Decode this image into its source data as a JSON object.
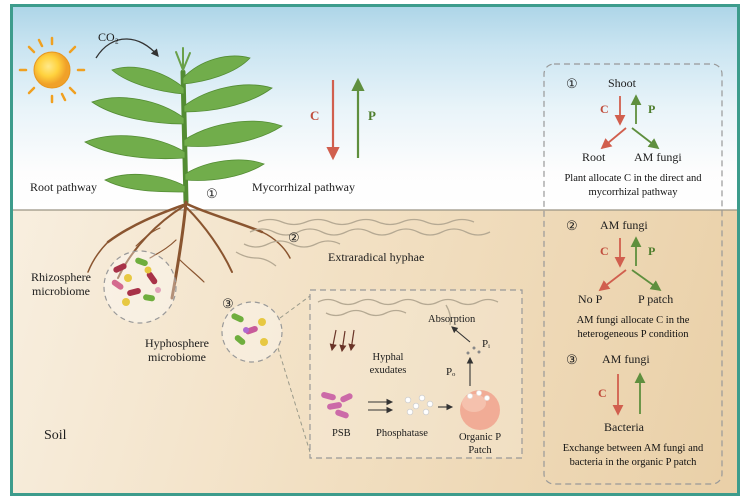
{
  "colors": {
    "frame_border": "#3d9c8c",
    "c_arrow_red": "#d15f4e",
    "p_arrow_green": "#5f8f3e",
    "soil_tan": "#efdcba",
    "sky_blue": "#a9d3e6",
    "organic_patch_pink": "#f1ac96"
  },
  "scene": {
    "co2": "CO₂",
    "root_pathway": "Root pathway",
    "mycorrhizal_pathway": "Mycorrhizal pathway",
    "c": "C",
    "p": "P",
    "n1": "①",
    "n2": "②",
    "n3": "③",
    "extraradical_hyphae": "Extraradical hyphae",
    "rhizosphere_microbiome": "Rhizosphere microbiome",
    "hyphosphere_microbiome": "Hyphosphere microbiome",
    "soil": "Soil"
  },
  "process": {
    "absorption": "Absorption",
    "pi": "Pᵢ",
    "po": "Pₒ",
    "hyphal_exudates": "Hyphal exudates",
    "psb": "PSB",
    "phosphatase": "Phosphatase",
    "organic_p_patch": "Organic P Patch"
  },
  "panel": {
    "sections": [
      {
        "num": "①",
        "top": "Shoot",
        "c": "C",
        "p": "P",
        "left": "Root",
        "right": "AM fungi",
        "caption": "Plant allocate C in the direct and mycorrhizal pathway"
      },
      {
        "num": "②",
        "top": "AM fungi",
        "c": "C",
        "p": "P",
        "left": "No P",
        "right": "P patch",
        "caption": "AM fungi allocate C in the heterogeneous P condition"
      },
      {
        "num": "③",
        "top": "AM fungi",
        "c": "C",
        "bottom": "Bacteria",
        "caption": "Exchange between AM fungi and bacteria in the organic P patch"
      }
    ]
  }
}
